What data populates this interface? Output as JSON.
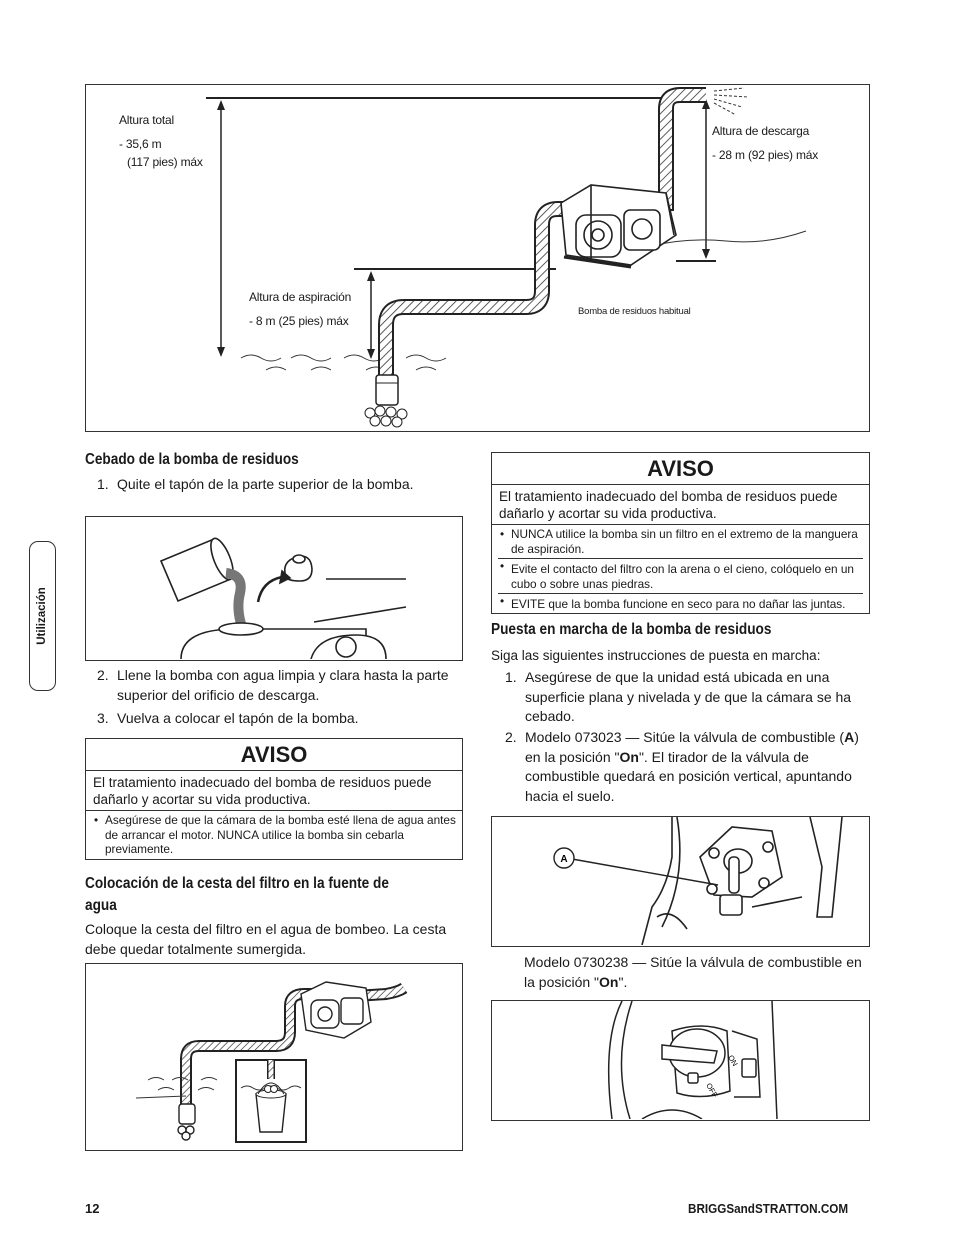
{
  "figure_top": {
    "total_height_label": "Altura total",
    "total_height_value1": "- 35,6 m",
    "total_height_value2": "(117 pies) máx",
    "discharge_label": "Altura de descarga",
    "discharge_value": "- 28 m (92 pies) máx",
    "suction_label": "Altura de aspiración",
    "suction_value": "- 8 m (25 pies) máx",
    "pump_caption": "Bomba de residuos habitual"
  },
  "left": {
    "priming_heading": "Cebado de la bomba de residuos",
    "steps": [
      {
        "num": "1.",
        "text": "Quite el tapón de la parte superior de la bomba."
      },
      {
        "num": "2.",
        "text1": "Llene la bomba con agua limpia y clara hasta la parte",
        "text2": "superior del orificio de descarga."
      },
      {
        "num": "3.",
        "text": "Vuelva a colocar el tapón de la bomba."
      }
    ],
    "aviso": {
      "title": "AVISO",
      "body": "El tratamiento inadecuado del bomba de residuos puede dañarlo y acortar su vida productiva.",
      "bullet": "Asegúrese de que la cámara de la bomba esté llena de agua antes de arrancar el motor. NUNCA utilice la bomba sin cebarla previamente."
    },
    "basket_heading1": "Colocación de la cesta del filtro en la fuente de",
    "basket_heading2": "agua",
    "basket_text": "Coloque la cesta del filtro en el agua de bombeo. La cesta debe quedar totalmente sumergida."
  },
  "right": {
    "aviso": {
      "title": "AVISO",
      "body": "El tratamiento inadecuado del bomba de residuos puede dañarlo y acortar su vida productiva.",
      "bullets": [
        "NUNCA utilice la bomba sin un filtro en el extremo de la manguera de aspiración.",
        "Evite el contacto del filtro con la arena o el cieno, colóquelo en un cubo o sobre unas piedras.",
        "EVITE que la bomba funcione en seco para no dañar las juntas."
      ]
    },
    "start_heading": "Puesta en marcha de la bomba de residuos",
    "start_intro": "Siga las siguientes instrucciones de puesta en marcha:",
    "step1_num": "1.",
    "step1_text": "Asegúrese de que la unidad está ubicada en una superficie plana y nivelada y de que la cámara se ha cebado.",
    "step2_num": "2.",
    "step2_a": "Modelo 073023 — Sitúe la válvula de combustible (",
    "step2_letter": "A",
    "step2_b": ") en la posición \"",
    "step2_on": "On",
    "step2_c": "\". El tirador de la válvula de combustible quedará en posición vertical, apuntando hacia el suelo.",
    "callout_a": "A",
    "model2_a": "Modelo 0730238 — Sitúe la válvula de combustible en la posición \"",
    "model2_on": "On",
    "model2_b": "\".",
    "switch_on": "ON",
    "switch_off": "OFF"
  },
  "side_tab": "Utilización",
  "footer": {
    "page_number": "12",
    "website": "BRIGGSandSTRATTON.COM"
  }
}
